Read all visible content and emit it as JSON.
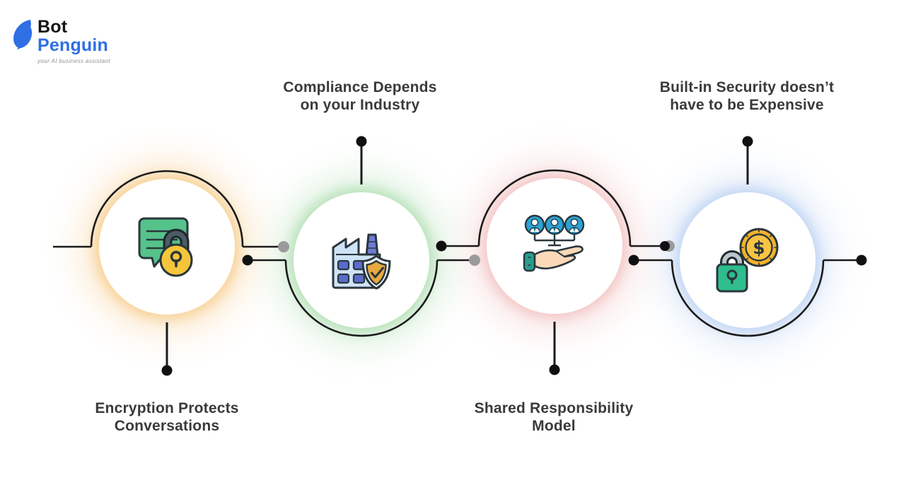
{
  "logo": {
    "bot": "Bot",
    "penguin": "Penguin",
    "tagline": "your AI business assistant",
    "brand_blue": "#2f6fe4"
  },
  "items": [
    {
      "id": "encryption",
      "line1": "Encryption Protects",
      "line2": "Conversations",
      "label_position": "below",
      "icon": "chat-lock-icon",
      "glow": "#f2a93b"
    },
    {
      "id": "compliance",
      "line1": "Compliance Depends",
      "line2": "on your Industry",
      "label_position": "above",
      "icon": "factory-shield-icon",
      "glow": "#79c77c"
    },
    {
      "id": "shared-responsibility",
      "line1": "Shared Responsibility",
      "line2": "Model",
      "label_position": "below",
      "icon": "people-hand-icon",
      "glow": "#ec9595"
    },
    {
      "id": "built-in-security",
      "line1": "Built-in Security doesn’t",
      "line2": "have to be Expensive",
      "label_position": "above",
      "icon": "lock-coin-icon",
      "glow": "#8db2ec"
    }
  ],
  "colors": {
    "line": "#1b1b1b",
    "dot_black": "#101010",
    "dot_gray": "#9a9a9a",
    "label_text": "#3a3a3a"
  }
}
